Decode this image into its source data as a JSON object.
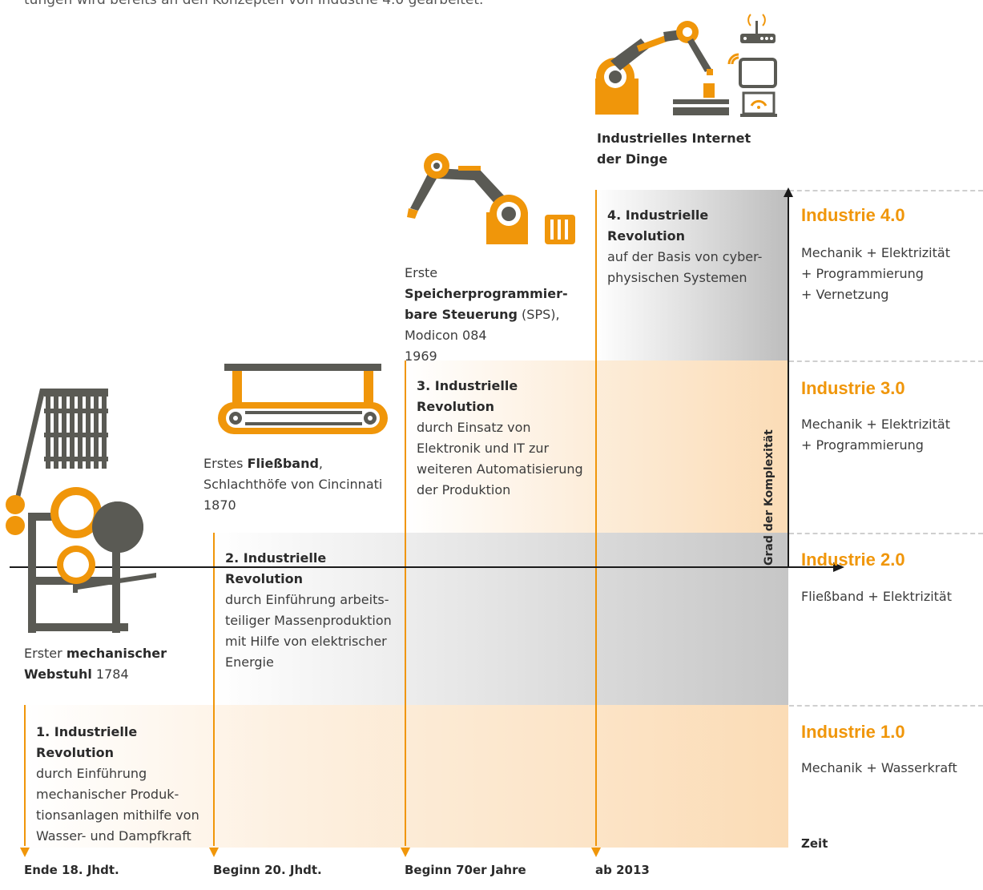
{
  "intro_text": "tungen wird bereits an den Konzepten von Industrie 4.0 gearbeitet.",
  "levels": [
    {
      "title": "Industrie 4.0",
      "desc": [
        "Mechanik + Elektrizität",
        "+ Programmierung",
        "+ Vernetzung"
      ]
    },
    {
      "title": "Industrie 3.0",
      "desc": [
        "Mechanik + Elektrizität",
        "+ Programmierung"
      ]
    },
    {
      "title": "Industrie 2.0",
      "desc": [
        "Fließband + Elektrizität"
      ]
    },
    {
      "title": "Industrie 1.0",
      "desc": [
        "Mechanik + Wasserkraft"
      ]
    }
  ],
  "revolutions": [
    {
      "title": "1. Industrielle Revolution",
      "lines": [
        "durch Einführung",
        "mechanischer Produk-",
        "tionsanlagen mithilfe von",
        "Wasser- und Dampfkraft"
      ]
    },
    {
      "title": "2. Industrielle Revolution",
      "lines": [
        "durch Einführung arbeits-",
        "teiliger Massenproduktion",
        "mit Hilfe von elektrischer",
        "Energie"
      ]
    },
    {
      "title": "3. Industrielle Revolution",
      "lines": [
        "durch Einsatz von",
        "Elektronik und IT zur",
        "weiteren Automatisierung",
        "der Produktion"
      ]
    },
    {
      "title": "4. Industrielle Revolution",
      "lines": [
        "auf der Basis von cyber-",
        "physischen Systemen"
      ]
    }
  ],
  "milestones": {
    "webstuhl": {
      "pre": "Erster ",
      "bold1": "mechanischer",
      "bold2": "Webstuhl",
      "post": " 1784"
    },
    "fliessband": {
      "pre": "Erstes ",
      "bold": "Fließband",
      "post": ",",
      "line2": "Schlachthöfe von Cincinnati",
      "line3": "1870"
    },
    "sps": {
      "pre": "Erste ",
      "bold1": "Speicherprogrammier-",
      "bold2": "bare Steuerung",
      "post": " (SPS),",
      "line3": "Modicon 084",
      "line4": "1969"
    },
    "iiot": {
      "line1": "Industrielles Internet",
      "line2": "der Dinge"
    }
  },
  "dates": [
    "Ende 18. Jhdt.",
    "Beginn 20. Jhdt.",
    "Beginn 70er Jahre",
    "ab 2013"
  ],
  "axis": {
    "y_label": "Grad der Komplexität",
    "x_label": "Zeit"
  },
  "colors": {
    "accent": "#f0960a",
    "dark": "#5a5a54",
    "band_orange": "#fbdcb6",
    "band_gray": "#c9c9c9"
  }
}
